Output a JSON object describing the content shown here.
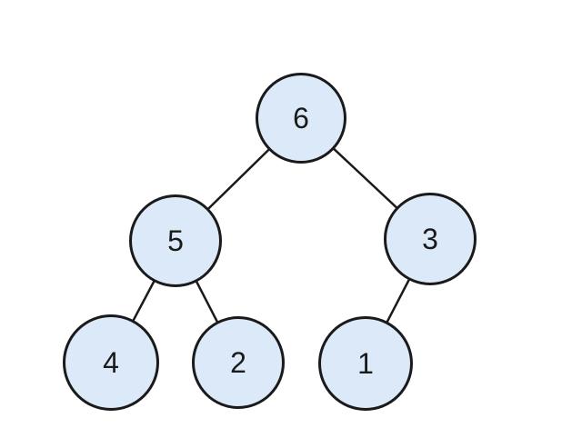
{
  "diagram": {
    "type": "binary-tree",
    "colors": {
      "background": "#ffffff",
      "node_fill": "#dbe9f9",
      "node_border": "#1a1a1a",
      "edge": "#1a1a1a",
      "text": "#1a1a1a"
    },
    "nodes": [
      {
        "label": "6",
        "row": 0
      },
      {
        "label": "5",
        "row": 1
      },
      {
        "label": "3",
        "row": 1
      },
      {
        "label": "4",
        "row": 2
      },
      {
        "label": "2",
        "row": 2
      },
      {
        "label": "1",
        "row": 2
      }
    ],
    "edges": [
      {
        "from": "6",
        "to": "5"
      },
      {
        "from": "6",
        "to": "3"
      },
      {
        "from": "5",
        "to": "4"
      },
      {
        "from": "5",
        "to": "2"
      },
      {
        "from": "3",
        "to": "1"
      }
    ]
  }
}
